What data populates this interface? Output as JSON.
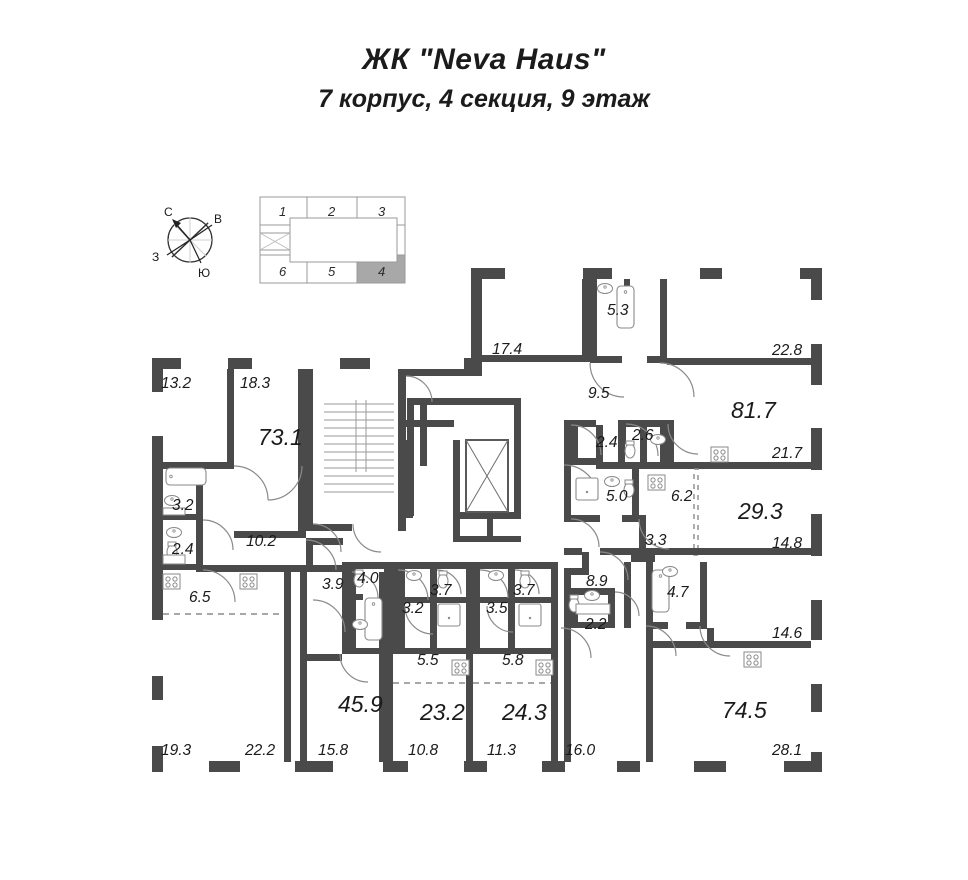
{
  "header": {
    "complex_title": "ЖК \"Neva Haus\"",
    "subtitle": "7 корпус, 4 секция, 9 этаж"
  },
  "compass": {
    "north": "С",
    "east": "В",
    "west": "З",
    "south": "Ю"
  },
  "section_key": {
    "cells_top": [
      "1",
      "2",
      "3"
    ],
    "cells_bottom": [
      "6",
      "5",
      "4"
    ],
    "highlighted": "4",
    "highlight_color": "#a8a8a8"
  },
  "colors": {
    "wall": "#4a4a4a",
    "thin_wall": "#5a5a5a",
    "fixture": "#808080",
    "text": "#1b1b1b",
    "background": "#ffffff"
  },
  "plan": {
    "apartment_totals": [
      {
        "id": "apt-73-1",
        "value": "73.1"
      },
      {
        "id": "apt-45-9",
        "value": "45.9"
      },
      {
        "id": "apt-23-2",
        "value": "23.2"
      },
      {
        "id": "apt-24-3",
        "value": "24.3"
      },
      {
        "id": "apt-81-7",
        "value": "81.7"
      },
      {
        "id": "apt-29-3",
        "value": "29.3"
      },
      {
        "id": "apt-74-5",
        "value": "74.5"
      }
    ],
    "room_areas": [
      {
        "id": "room-13-2",
        "value": "13.2"
      },
      {
        "id": "room-18-3",
        "value": "18.3"
      },
      {
        "id": "room-3-2-left",
        "value": "3.2"
      },
      {
        "id": "room-2-4-left",
        "value": "2.4"
      },
      {
        "id": "room-10-2",
        "value": "10.2"
      },
      {
        "id": "room-6-5",
        "value": "6.5"
      },
      {
        "id": "room-19-3",
        "value": "19.3"
      },
      {
        "id": "room-22-2",
        "value": "22.2"
      },
      {
        "id": "room-15-8",
        "value": "15.8"
      },
      {
        "id": "room-3-9",
        "value": "3.9"
      },
      {
        "id": "room-4-0",
        "value": "4.0"
      },
      {
        "id": "room-3-2-mid",
        "value": "3.2"
      },
      {
        "id": "room-3-7-a",
        "value": "3.7"
      },
      {
        "id": "room-3-5",
        "value": "3.5"
      },
      {
        "id": "room-3-7-b",
        "value": "3.7"
      },
      {
        "id": "room-5-5",
        "value": "5.5"
      },
      {
        "id": "room-5-8",
        "value": "5.8"
      },
      {
        "id": "room-10-8",
        "value": "10.8"
      },
      {
        "id": "room-11-3",
        "value": "11.3"
      },
      {
        "id": "room-16-0",
        "value": "16.0"
      },
      {
        "id": "room-17-4",
        "value": "17.4"
      },
      {
        "id": "room-5-3",
        "value": "5.3"
      },
      {
        "id": "room-9-5",
        "value": "9.5"
      },
      {
        "id": "room-2-4-mid",
        "value": "2.4"
      },
      {
        "id": "room-2-6",
        "value": "2.6"
      },
      {
        "id": "room-5-0",
        "value": "5.0"
      },
      {
        "id": "room-6-2",
        "value": "6.2"
      },
      {
        "id": "room-3-3",
        "value": "3.3"
      },
      {
        "id": "room-8-9",
        "value": "8.9"
      },
      {
        "id": "room-2-2",
        "value": "2.2"
      },
      {
        "id": "room-4-7",
        "value": "4.7"
      },
      {
        "id": "room-22-8",
        "value": "22.8"
      },
      {
        "id": "room-21-7",
        "value": "21.7"
      },
      {
        "id": "room-14-8",
        "value": "14.8"
      },
      {
        "id": "room-14-6",
        "value": "14.6"
      },
      {
        "id": "room-28-1",
        "value": "28.1"
      }
    ]
  }
}
